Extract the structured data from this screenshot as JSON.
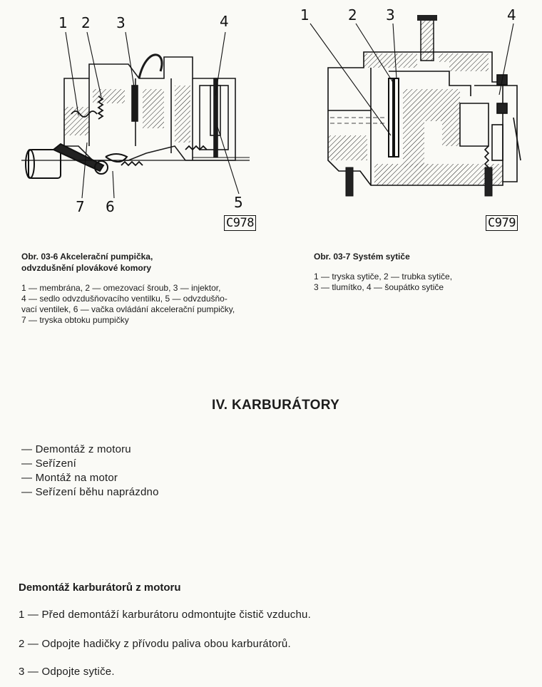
{
  "figure_left": {
    "callouts": [
      "1",
      "2",
      "3",
      "4",
      "5",
      "6",
      "7"
    ],
    "plate": "C978"
  },
  "figure_right": {
    "callouts": [
      "1",
      "2",
      "3",
      "4"
    ],
    "plate": "C979"
  },
  "caption_left": {
    "title_line1": "Obr. 03-6 Akcelerační pumpička,",
    "title_line2": "odvzdušnění plovákové komory",
    "legend": [
      "1 — membrána, 2 — omezovací šroub, 3 — injektor,",
      "4 — sedlo odvzdušňovacího ventilku, 5 — odvzdušňo-",
      "vací ventilek, 6 — vačka ovládání akcelerační pumpičky,",
      "7 — tryska obtoku pumpičky"
    ]
  },
  "caption_right": {
    "title": "Obr. 03-7 Systém sytiče",
    "legend": [
      "1 — tryska sytiče, 2 — trubka sytiče,",
      "3 — tlumítko, 4 — šoupátko sytiče"
    ]
  },
  "section": {
    "heading": "IV. KARBURÁTORY",
    "toc": [
      "— Demontáž z motoru",
      "— Seřízení",
      "— Montáž na motor",
      "— Seřízení běhu naprázdno"
    ]
  },
  "subsection": {
    "heading": "Demontáž karburátorů z motoru",
    "steps": [
      "1 — Před demontáží karburátoru odmontujte čistič vzduchu.",
      "2 — Odpojte hadičky z přívodu paliva obou karburátorů.",
      "3 — Odpojte sytiče."
    ]
  }
}
